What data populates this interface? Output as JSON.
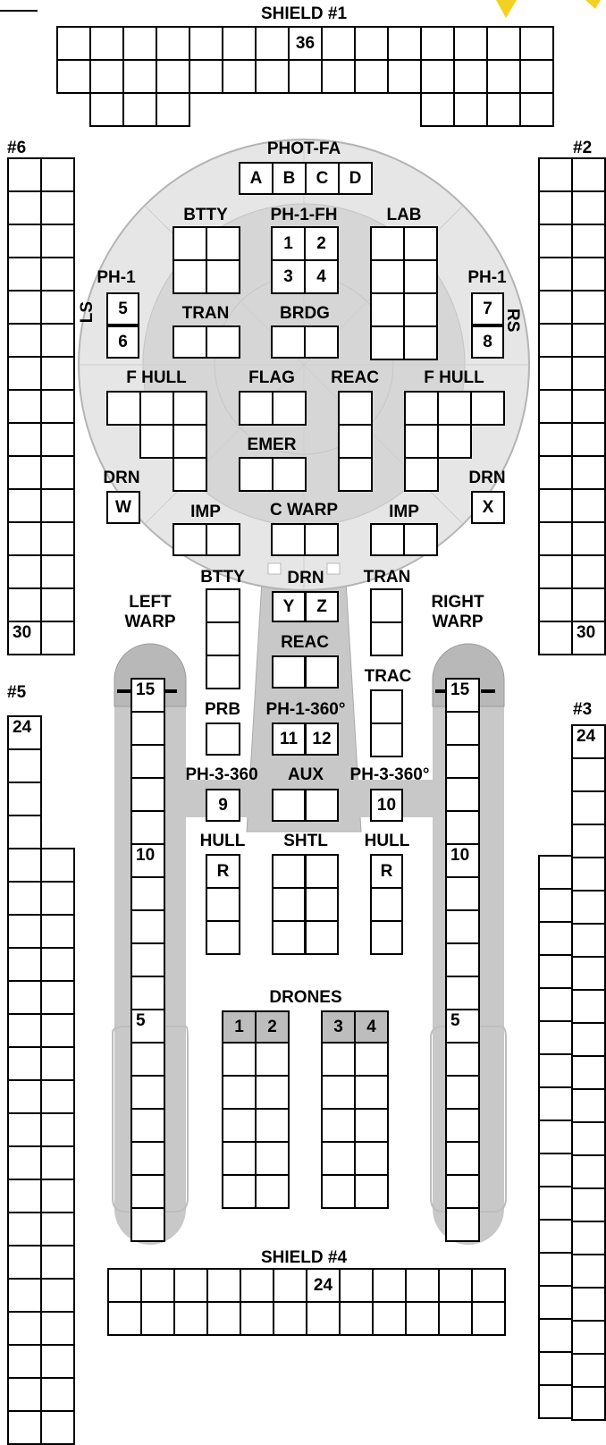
{
  "shields": {
    "s1": {
      "title": "SHIELD #1",
      "center_value": "36"
    },
    "s2": {
      "title": "#2",
      "value": "30"
    },
    "s3": {
      "title": "#3",
      "value": "24"
    },
    "s4": {
      "title": "SHIELD #4",
      "center_value": "24"
    },
    "s5": {
      "title": "#5",
      "value": "24"
    },
    "s6": {
      "title": "#6",
      "value": "30"
    }
  },
  "labels": {
    "phot_fa": "PHOT-FA",
    "phot_tubes": [
      "A",
      "B",
      "C",
      "D"
    ],
    "btty_top": "BTTY",
    "ph1_fh": "PH-1-FH",
    "ph1_fh_nums": [
      "1",
      "2",
      "3",
      "4"
    ],
    "lab": "LAB",
    "ph1_left": "PH-1",
    "ph1_left_nums": [
      "5",
      "6"
    ],
    "ph1_right": "PH-1",
    "ph1_right_nums": [
      "7",
      "8"
    ],
    "ls": "LS",
    "rs": "RS",
    "tran_top": "TRAN",
    "brdg": "BRDG",
    "f_hull_left": "F HULL",
    "flag": "FLAG",
    "reac_top": "REAC",
    "f_hull_right": "F HULL",
    "emer": "EMER",
    "drn_left": "DRN",
    "drn_left_box": "W",
    "drn_right": "DRN",
    "drn_right_box": "X",
    "imp_left": "IMP",
    "c_warp": "C WARP",
    "imp_right": "IMP",
    "btty_lower": "BTTY",
    "drn_center": "DRN",
    "drn_center_boxes": [
      "Y",
      "Z"
    ],
    "tran_lower": "TRAN",
    "left_warp": [
      "LEFT",
      "WARP"
    ],
    "right_warp": [
      "RIGHT",
      "WARP"
    ],
    "reac_lower": "REAC",
    "trac": "TRAC",
    "prb": "PRB",
    "ph1_360": "PH-1-360°",
    "ph1_360_nums": [
      "11",
      "12"
    ],
    "ph3_left": "PH-3-360",
    "ph3_left_num": "9",
    "aux": "AUX",
    "ph3_right": "PH-3-360°",
    "ph3_right_num": "10",
    "hull_left": "HULL",
    "hull_left_box": "R",
    "shtl": "SHTL",
    "hull_right": "HULL",
    "hull_right_box": "R",
    "warp_marks": [
      "15",
      "10",
      "5"
    ],
    "drones": "DRONES",
    "drone_racks": [
      "1",
      "2",
      "3",
      "4"
    ]
  },
  "colors": {
    "line": "#000000",
    "hull_fill": "#e6e6e6",
    "hull_dark": "#d4d4d4",
    "nacelle": "#c8c8c8",
    "drone_header": "#bdbdbd",
    "accent": "#f2d024"
  }
}
